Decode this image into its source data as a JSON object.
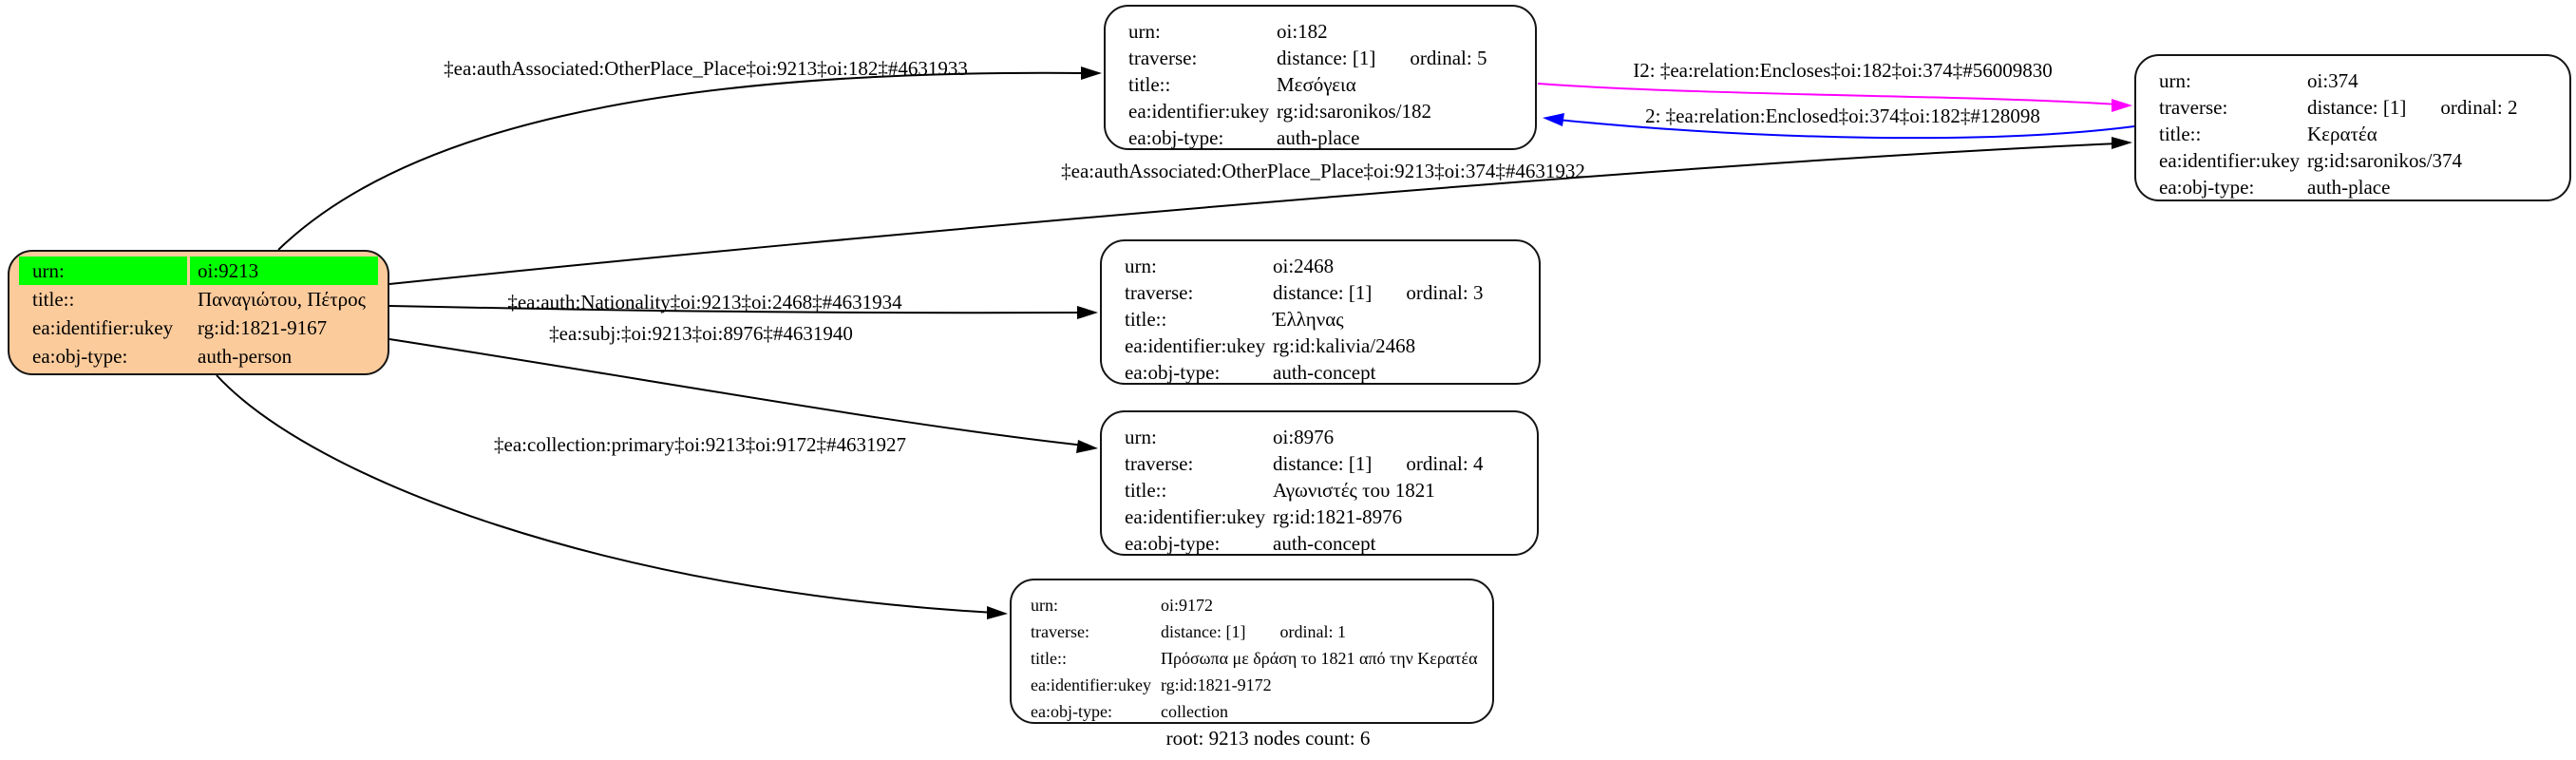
{
  "diagram": {
    "footer": "root: 9213 nodes count: 6",
    "colors": {
      "root_fill": "#FBCB9C",
      "root_urn_highlight": "#00FF00",
      "node_fill": "#FFFFFF",
      "node_border": "#141414",
      "edge_default": "#000000",
      "edge_encloses": "#FF00FF",
      "edge_enclosed": "#0000FF"
    }
  },
  "nodes": {
    "root": {
      "rows": [
        {
          "label": "urn:",
          "value": "oi:9213"
        },
        {
          "label": "title::",
          "value": "Παναγιώτου, Πέτρος"
        },
        {
          "label": "ea:identifier:ukey",
          "value": "rg:id:1821-9167"
        },
        {
          "label": "ea:obj-type:",
          "value": "auth-person"
        }
      ]
    },
    "oi182": {
      "rows": [
        {
          "label": "urn:",
          "value": "oi:182"
        },
        {
          "label": "traverse:",
          "value": "distance: [1]",
          "value2": "ordinal: 5"
        },
        {
          "label": "title::",
          "value": "Μεσόγεια"
        },
        {
          "label": "ea:identifier:ukey",
          "value": "rg:id:saronikos/182"
        },
        {
          "label": "ea:obj-type:",
          "value": "auth-place"
        }
      ]
    },
    "oi374": {
      "rows": [
        {
          "label": "urn:",
          "value": "oi:374"
        },
        {
          "label": "traverse:",
          "value": "distance: [1]",
          "value2": "ordinal: 2"
        },
        {
          "label": "title::",
          "value": "Κερατέα"
        },
        {
          "label": "ea:identifier:ukey",
          "value": "rg:id:saronikos/374"
        },
        {
          "label": "ea:obj-type:",
          "value": "auth-place"
        }
      ]
    },
    "oi2468": {
      "rows": [
        {
          "label": "urn:",
          "value": "oi:2468"
        },
        {
          "label": "traverse:",
          "value": "distance: [1]",
          "value2": "ordinal: 3"
        },
        {
          "label": "title::",
          "value": "Έλληνας"
        },
        {
          "label": "ea:identifier:ukey",
          "value": "rg:id:kalivia/2468"
        },
        {
          "label": "ea:obj-type:",
          "value": "auth-concept"
        }
      ]
    },
    "oi8976": {
      "rows": [
        {
          "label": "urn:",
          "value": "oi:8976"
        },
        {
          "label": "traverse:",
          "value": "distance: [1]",
          "value2": "ordinal: 4"
        },
        {
          "label": "title::",
          "value": "Αγωνιστές του 1821"
        },
        {
          "label": "ea:identifier:ukey",
          "value": "rg:id:1821-8976"
        },
        {
          "label": "ea:obj-type:",
          "value": "auth-concept"
        }
      ]
    },
    "oi9172": {
      "rows": [
        {
          "label": "urn:",
          "value": "oi:9172"
        },
        {
          "label": "traverse:",
          "value": "distance: [1]",
          "value2": "ordinal: 1"
        },
        {
          "label": "title::",
          "value": "Πρόσωπα με δράση το 1821 από την Κερατέα"
        },
        {
          "label": "ea:identifier:ukey",
          "value": "rg:id:1821-9172"
        },
        {
          "label": "ea:obj-type:",
          "value": "collection"
        }
      ]
    }
  },
  "edges": [
    {
      "label": "‡ea:authAssociated:OtherPlace_Place‡oi:9213‡oi:182‡#4631933",
      "color": "#000000"
    },
    {
      "label": "‡ea:authAssociated:OtherPlace_Place‡oi:9213‡oi:374‡#4631932",
      "color": "#000000"
    },
    {
      "label": "‡ea:auth:Nationality‡oi:9213‡oi:2468‡#4631934",
      "color": "#000000"
    },
    {
      "label": "‡ea:subj:‡oi:9213‡oi:8976‡#4631940",
      "color": "#000000"
    },
    {
      "label": "‡ea:collection:primary‡oi:9213‡oi:9172‡#4631927",
      "color": "#000000"
    },
    {
      "label": "I2: ‡ea:relation:Encloses‡oi:182‡oi:374‡#56009830",
      "color": "#FF00FF"
    },
    {
      "label": "2: ‡ea:relation:Enclosed‡oi:374‡oi:182‡#128098",
      "color": "#0000FF"
    }
  ]
}
